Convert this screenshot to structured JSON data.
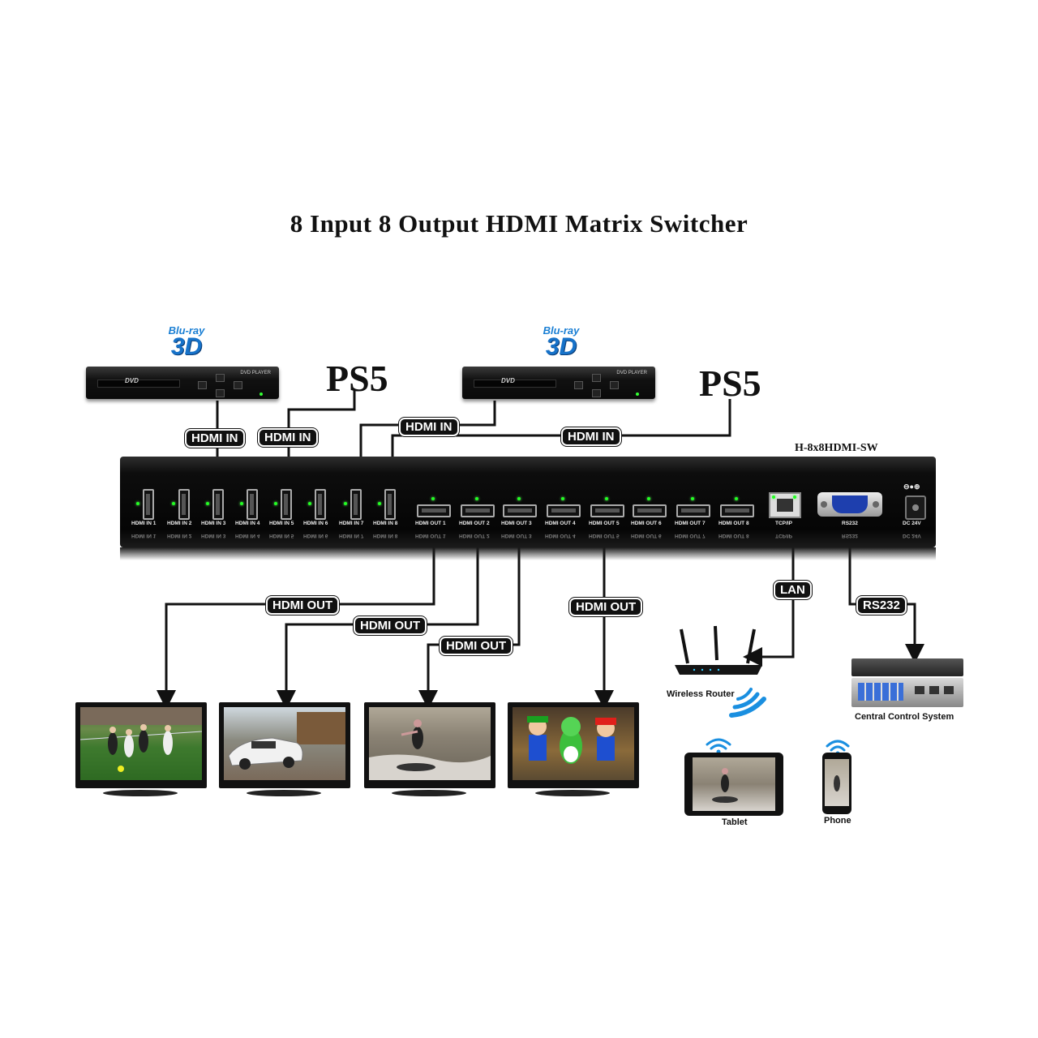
{
  "title": "8 Input 8 Output HDMI Matrix Switcher",
  "model": "H-8x8HDMI-SW",
  "sources": {
    "bluray_line1": "Blu-ray",
    "bluray_line2": "3D",
    "player_disc_label": "DVD",
    "player_device_label": "DVD PLAYER",
    "ps5": "PS5"
  },
  "tags": {
    "hdmi_in": "HDMI IN",
    "hdmi_out": "HDMI OUT",
    "lan": "LAN",
    "rs232": "RS232"
  },
  "ports": {
    "inputs": [
      "HDMI IN 1",
      "HDMI IN 2",
      "HDMI IN 3",
      "HDMI IN 4",
      "HDMI IN 5",
      "HDMI IN 6",
      "HDMI IN 7",
      "HDMI IN 8"
    ],
    "outputs": [
      "HDMI OUT 1",
      "HDMI OUT 2",
      "HDMI OUT 3",
      "HDMI OUT 4",
      "HDMI OUT 5",
      "HDMI OUT 6",
      "HDMI OUT 7",
      "HDMI OUT 8"
    ],
    "tcpip": "TCP/IP",
    "rs232": "RS232",
    "dc": "DC 24V"
  },
  "devices": {
    "router": "Wireless Router",
    "control": "Central Control System",
    "tablet": "Tablet",
    "phone": "Phone"
  },
  "colors": {
    "tag_bg": "#111111",
    "bluray": "#1a7fd4",
    "led": "#22ff22"
  }
}
